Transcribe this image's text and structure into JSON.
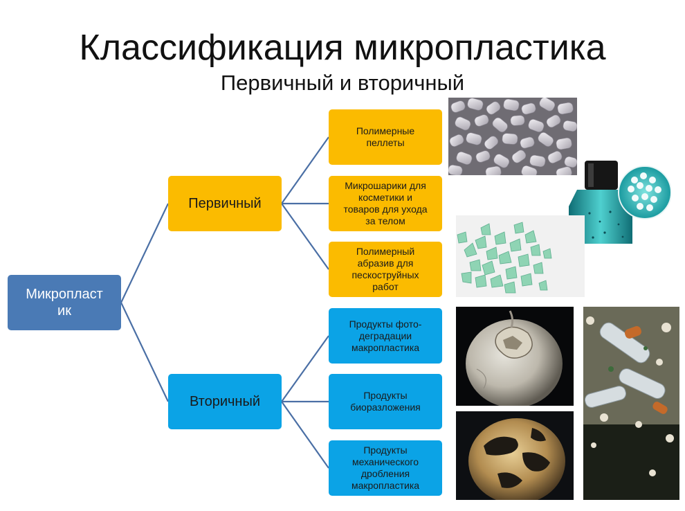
{
  "title": "Классификация микропластика",
  "subtitle": "Первичный и вторичный",
  "root": {
    "label": "Микропласт\nик"
  },
  "branches": [
    {
      "label": "Первичный",
      "color": "#fbbb00",
      "leaves": [
        "Полимерные\nпеллеты",
        "Микрошарики для\nкосметики и\nтоваров для ухода\nза телом",
        "Полимерный\nабразив для\nпескоструйных\nработ"
      ]
    },
    {
      "label": "Вторичный",
      "color": "#0ba3e6",
      "leaves": [
        "Продукты фото-\nдеградации\nмакропластика",
        "Продукты\nбиоразложения",
        "Продукты\nмеханического\nдробления\nмакропластика"
      ]
    }
  ],
  "colors": {
    "root": "#4a7ab5",
    "primary": "#fbbb00",
    "secondary": "#0ba3e6",
    "connector": "#4a6fa5"
  },
  "photos": [
    {
      "name": "pellets-photo"
    },
    {
      "name": "cosmetic-microbeads-photo"
    },
    {
      "name": "abrasive-granules-photo"
    },
    {
      "name": "photodegraded-plastic-photo"
    },
    {
      "name": "plastic-waste-water-photo"
    },
    {
      "name": "biodegraded-plastic-photo"
    }
  ]
}
